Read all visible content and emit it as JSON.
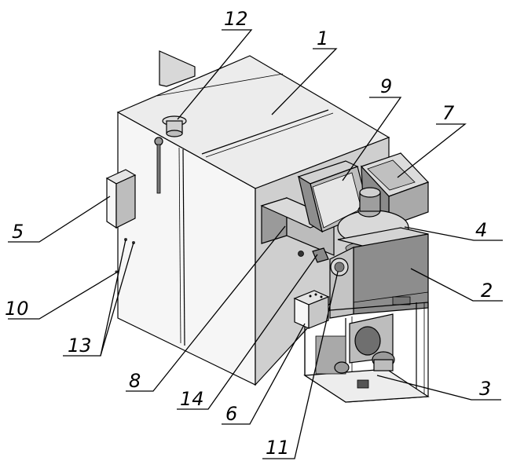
{
  "callouts": [
    {
      "id": "1",
      "label": "1"
    },
    {
      "id": "2",
      "label": "2"
    },
    {
      "id": "3",
      "label": "3"
    },
    {
      "id": "4",
      "label": "4"
    },
    {
      "id": "5",
      "label": "5"
    },
    {
      "id": "6",
      "label": "6"
    },
    {
      "id": "7",
      "label": "7"
    },
    {
      "id": "8",
      "label": "8"
    },
    {
      "id": "9",
      "label": "9"
    },
    {
      "id": "10",
      "label": "10"
    },
    {
      "id": "11",
      "label": "11"
    },
    {
      "id": "12",
      "label": "12"
    },
    {
      "id": "13",
      "label": "13"
    },
    {
      "id": "14",
      "label": "14"
    }
  ],
  "colors": {
    "line": "#000000",
    "light_panel": "#f2f2f2",
    "mid_panel": "#c9c9c9",
    "dark_panel": "#8c8c8c",
    "background": "#ffffff"
  }
}
